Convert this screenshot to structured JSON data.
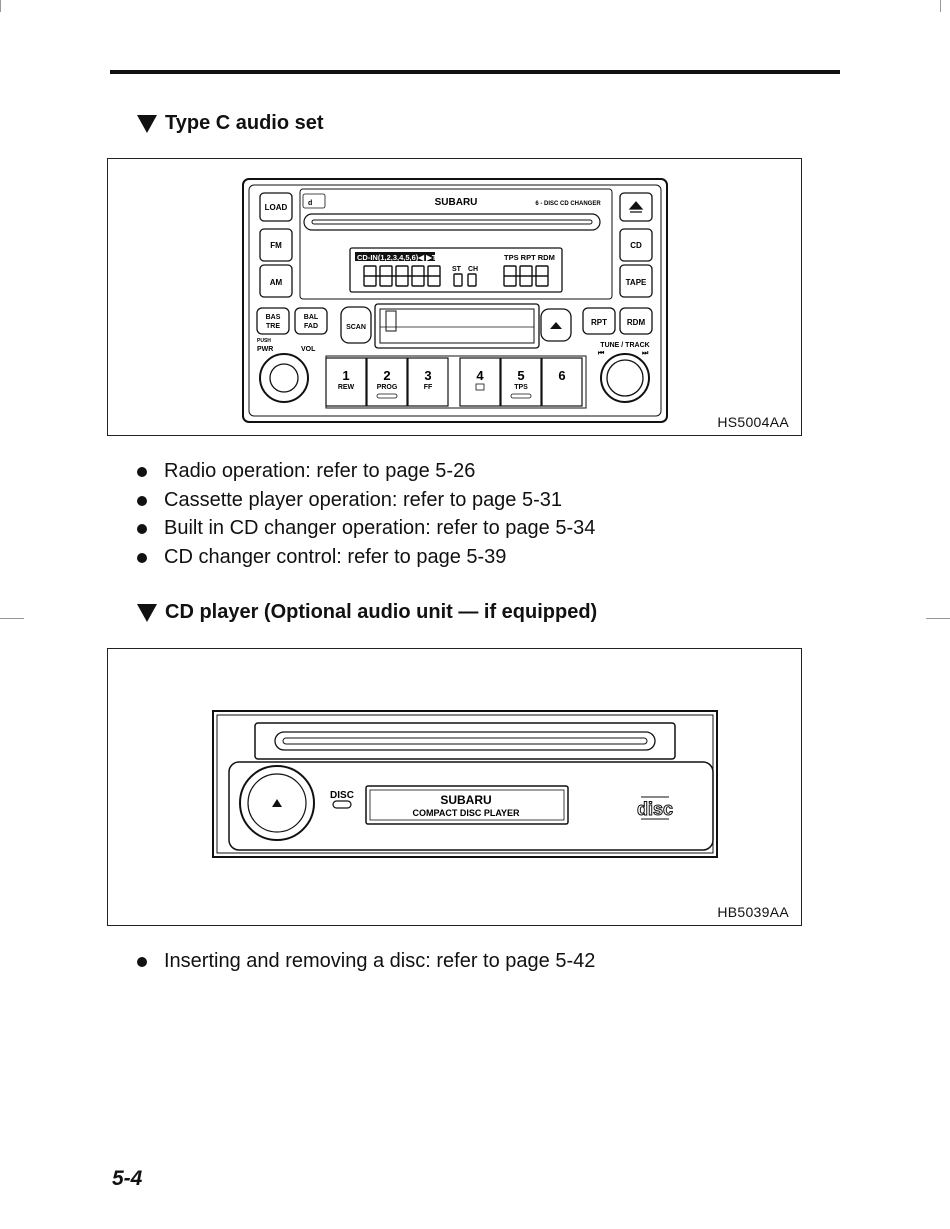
{
  "section_a": {
    "heading": "Type C audio set",
    "figure_code": "HS5004AA",
    "radio": {
      "brand": "SUBARU",
      "changer_label": "6 - DISC CD CHANGER",
      "left_buttons": [
        "LOAD",
        "FM",
        "AM"
      ],
      "right_buttons": [
        "CD",
        "TAPE"
      ],
      "display_top": "CD-IN(1,2,3,4,5,6)◀ ▶T.No",
      "display_flags": "TPS RPT RDM",
      "display_st": "ST",
      "display_ch": "CH",
      "bas_tre": [
        "BAS",
        "TRE"
      ],
      "bal_fad": [
        "BAL",
        "FAD"
      ],
      "scan": "SCAN",
      "rpt": "RPT",
      "rdm": "RDM",
      "push": "PUSH",
      "pwr": "PWR",
      "vol": "VOL",
      "tune_track": "TUNE / TRACK",
      "presets": [
        {
          "num": "1",
          "sub": "REW"
        },
        {
          "num": "2",
          "sub": "PROG"
        },
        {
          "num": "3",
          "sub": "FF"
        },
        {
          "num": "4",
          "sub": ""
        },
        {
          "num": "5",
          "sub": "TPS"
        },
        {
          "num": "6",
          "sub": ""
        }
      ]
    },
    "bullets": [
      "Radio operation: refer to page 5-26",
      "Cassette player operation: refer to page 5-31",
      "Built in CD changer operation: refer to page 5-34",
      "CD changer control: refer to page 5-39"
    ]
  },
  "section_b": {
    "heading": "CD player (Optional audio unit — if equipped)",
    "figure_code": "HB5039AA",
    "player": {
      "disc_label": "DISC",
      "brand": "SUBARU",
      "subtitle": "COMPACT DISC PLAYER"
    },
    "bullets": [
      "Inserting and removing a disc: refer to page 5-42"
    ]
  },
  "page_number": "5-4"
}
